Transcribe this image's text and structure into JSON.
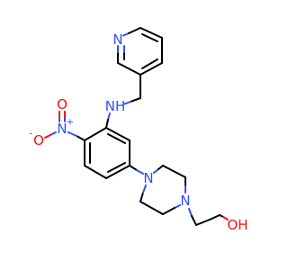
{
  "molecule": {
    "colors": {
      "carbon_bond": "#000000",
      "nitrogen": "#3050F8",
      "oxygen": "#FF0D0D",
      "background": "#ffffff"
    },
    "labels": {
      "pyridine_n": "N",
      "amine_nh": "NH",
      "nitro_n": "N",
      "nitro_n_charge": "+",
      "nitro_o_minus": "O",
      "nitro_o_minus_charge": "-",
      "nitro_o_double": "O",
      "piperazine_n1": "N",
      "piperazine_n4": "N",
      "hydroxyl": "OH"
    }
  }
}
